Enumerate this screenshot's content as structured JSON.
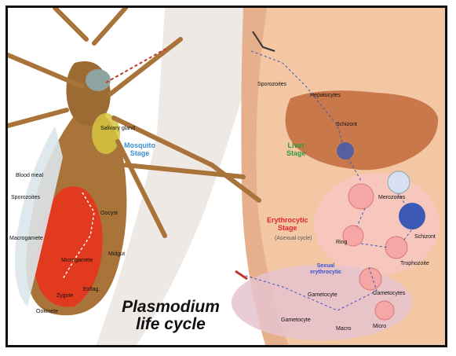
{
  "title": {
    "line1": "Plasmodium",
    "line2": "life cycle"
  },
  "stages": {
    "mosquito": {
      "text": "Mosquito\nStage",
      "color": "#3a8fd6"
    },
    "liver": {
      "text": "Liver\nStage",
      "color": "#2f9a3a"
    },
    "erythrocytic": {
      "text": "Erythrocytic\nStage",
      "sub": "(Asexual cycle)",
      "color": "#e0262c"
    },
    "sexual": {
      "text": "Sexual\nerythrocytic",
      "color": "#3b55c9"
    }
  },
  "labels": {
    "sporozoite_top": "Sporozoites",
    "hepatocyte": "Hepatocytes",
    "schizont_liver": "Schizont",
    "merozoite": "Merozoites",
    "ring": "Ring",
    "trophozoite": "Trophozoite",
    "schizont_rbc": "Schizont",
    "gametocytes": "Gametocytes",
    "oocyst": "Oocyst",
    "sporozoite_mosquito": "Sporozoites",
    "ookinete": "Ookinete",
    "zygote": "Zygote",
    "macrogamete": "Macrogamete",
    "microgamete": "Microgamete",
    "exflag": "Exflag.",
    "salivary": "Salivary gland",
    "midgut": "Midgut",
    "blood": "Blood meal",
    "rbc1": "Gametocyte",
    "rbc2": "Gametocyte",
    "rbc3": "Macro",
    "rbc4": "Micro"
  },
  "colors": {
    "mosquito_body": "#a9743a",
    "mosquito_gut": "#e23a1e",
    "wing": "#dbe6ea",
    "skin": "#f3c7a4",
    "liver": "#c8784a",
    "rbc": "#f4a7a4"
  }
}
